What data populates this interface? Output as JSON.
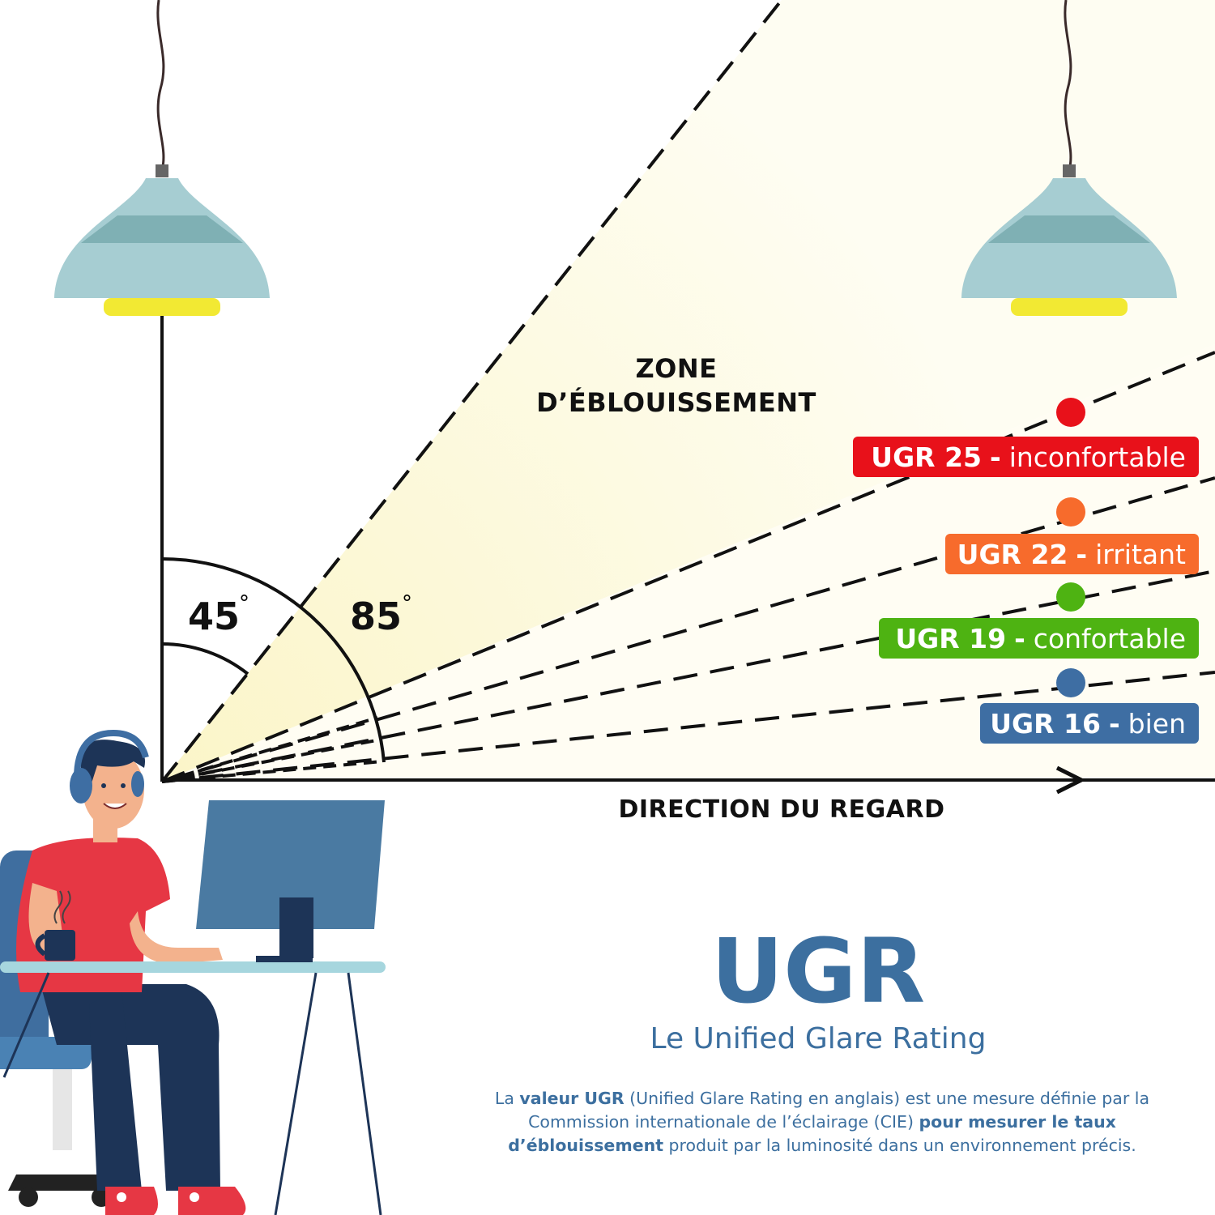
{
  "diagram": {
    "zone_label_line1": "ZONE",
    "zone_label_line2": "D’ÉBLOUISSEMENT",
    "angle_inner": "45",
    "angle_outer": "85",
    "degree_mark": "°",
    "direction_label": "DIRECTION DU REGARD"
  },
  "ratings": [
    {
      "code": "UGR 25",
      "sep": "-",
      "desc": "inconfortable",
      "color": "#e8111a"
    },
    {
      "code": "UGR 22",
      "sep": "-",
      "desc": "irritant",
      "color": "#f76b2c"
    },
    {
      "code": "UGR 19",
      "sep": "-",
      "desc": "confortable",
      "color": "#4eb312"
    },
    {
      "code": "UGR 16",
      "sep": "-",
      "desc": "bien",
      "color": "#3e6ea3"
    }
  ],
  "info": {
    "title": "UGR",
    "subtitle": "Le Unified Glare Rating",
    "p1": "La ",
    "p1_bold": "valeur UGR",
    "p2": " (Unified Glare Rating en anglais) est une mesure définie par la Commission internationale de l’éclairage (CIE) ",
    "p2_bold": "pour mesurer le taux d’éblouissement",
    "p3": " produit par la luminosité dans un environnement précis."
  },
  "colors": {
    "accent": "#3c6f9f",
    "lamp_shade": "#a6cdd2",
    "lamp_band": "#7fb0b4",
    "bulb": "#f2e933",
    "glare_zone": "#fdf9dc",
    "shirt": "#e63744",
    "monitor": "#4a7aa2",
    "desk": "#a6d6de"
  }
}
